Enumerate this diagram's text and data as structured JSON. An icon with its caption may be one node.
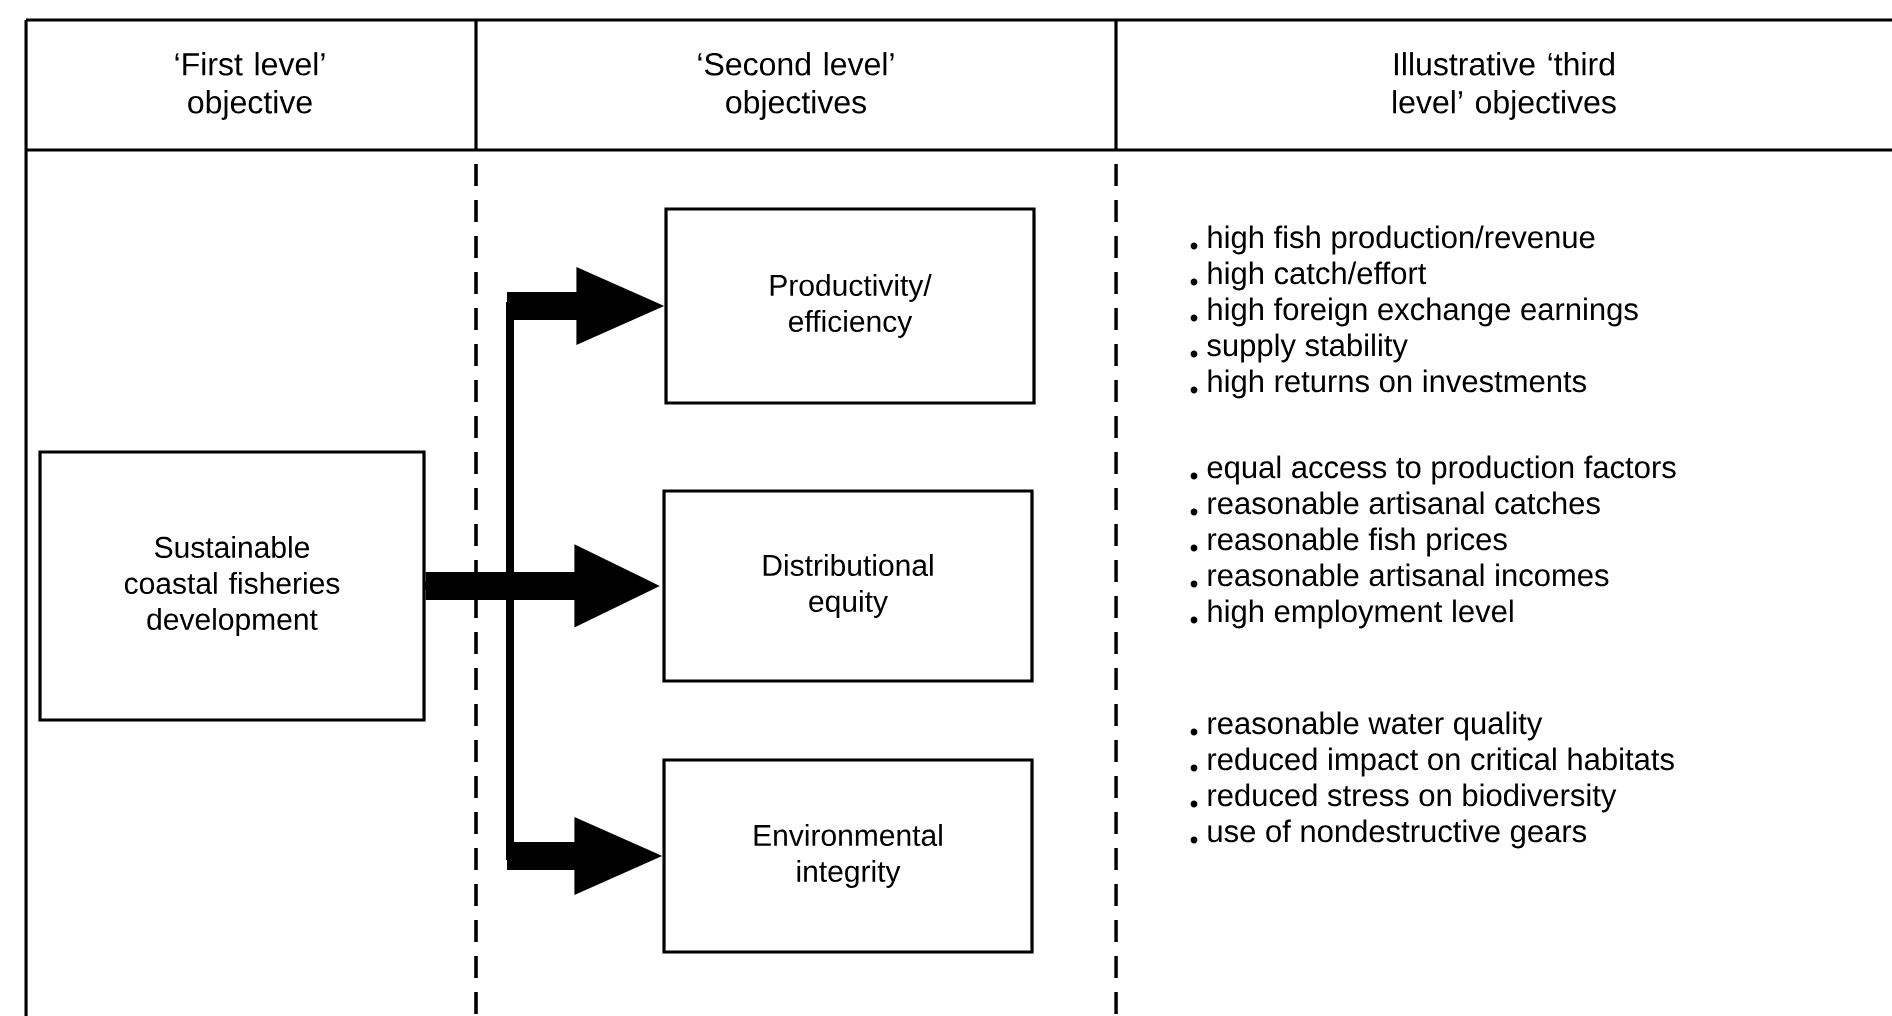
{
  "diagram": {
    "nodes": [
      {
        "text": [
          "Sustainable coastal fisheries development"
        ]
      },
      {
        "text": [
          "Productivity/ efficiency"
        ]
      },
      {
        "text": [
          "Distributional equity"
        ]
      },
      {
        "text": [
          "Environmental integrity"
        ]
      }
    ],
    "edges": [
      {
        "from": 0,
        "to": 1,
        "arrow": "to"
      },
      {
        "from": 0,
        "to": 2,
        "arrow": "to",
        "style": "thick"
      },
      {
        "from": 0,
        "to": 3,
        "arrow": "to"
      }
    ],
    "labels": [
      "‘First level’ objective",
      "‘Second level’ objectives",
      "Illustrative ‘third level’ objectives",
      "high fish production/revenue",
      "high catch/effort",
      "high foreign exchange earnings",
      "supply stability",
      "high returns on investments",
      "equal access to production factors",
      "reasonable artisanal catches",
      "reasonable fish prices",
      "reasonable artisanal incomes",
      "high employment level",
      "reasonable water quality",
      "reduced impact on critical habitats",
      "reduced stress on biodiversity",
      "use of nondestructive gears"
    ]
  }
}
